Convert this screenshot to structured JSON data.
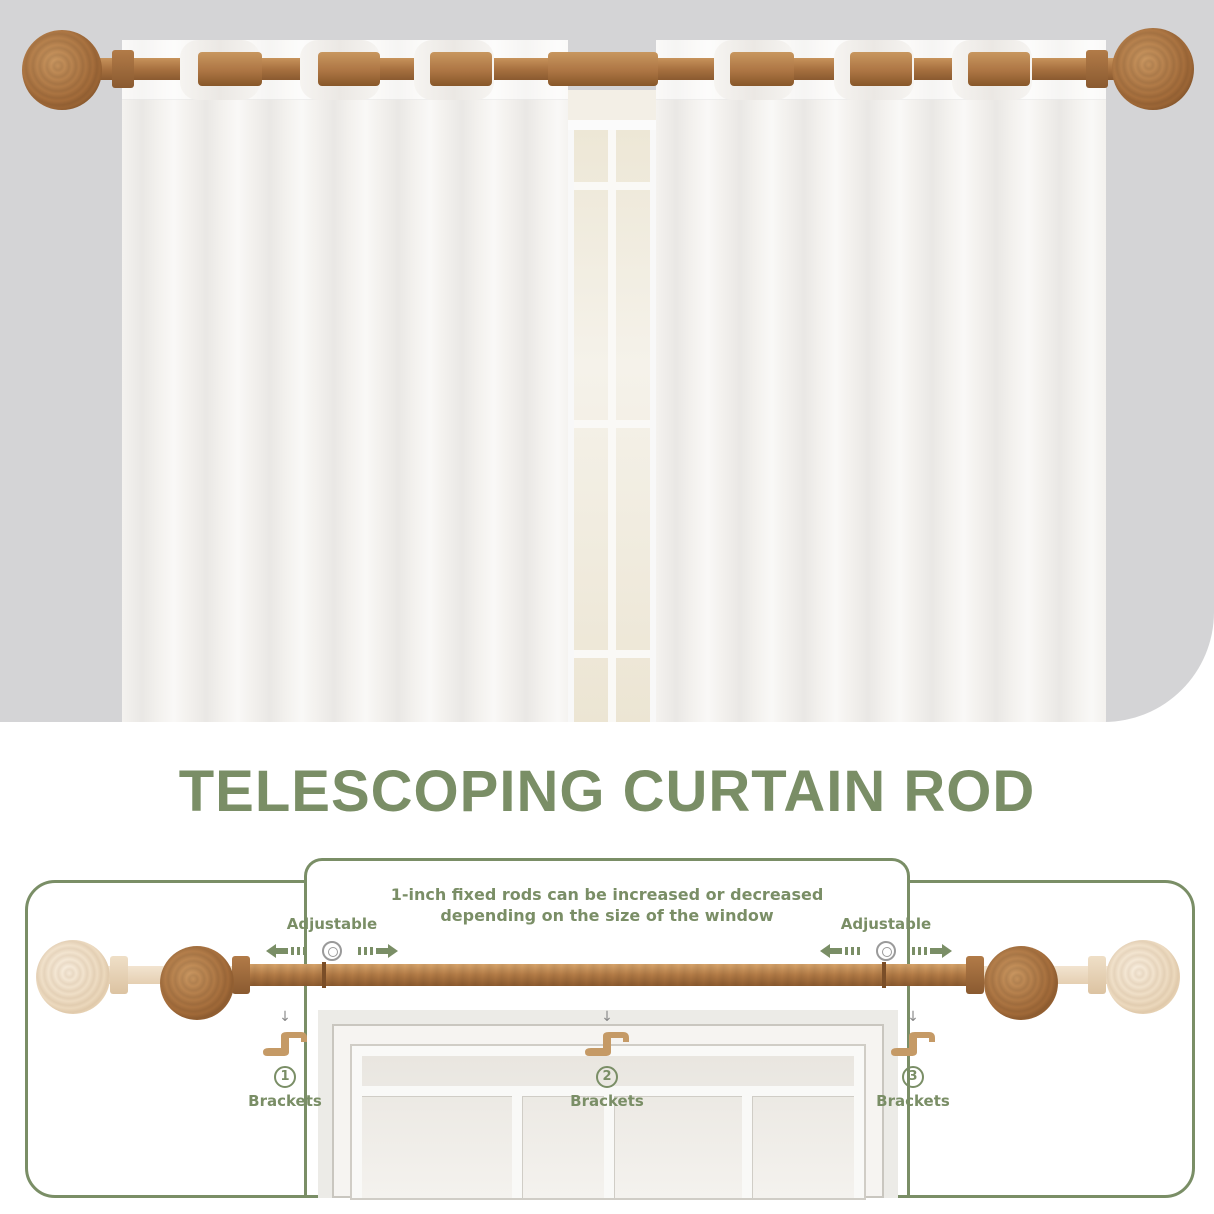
{
  "headline": "TELESCOPING CURTAIN ROD",
  "note": {
    "line1": "1-inch fixed rods can be increased or decreased",
    "line2": "depending on the size of the window"
  },
  "adjust_left": {
    "label": "Adjustable"
  },
  "adjust_right": {
    "label": "Adjustable"
  },
  "brackets": [
    {
      "number": "1",
      "label": "Brackets"
    },
    {
      "number": "2",
      "label": "Brackets"
    },
    {
      "number": "3",
      "label": "Brackets"
    }
  ],
  "colors": {
    "accent_green": "#7a8e66",
    "wood_brown": "#a87140",
    "curtain_white": "#f4f2ef",
    "wall_grey": "#d4d4d6"
  },
  "icons": [
    "arrow-left-icon",
    "arrow-right-icon",
    "target-icon",
    "down-arrow-icon",
    "bracket-icon"
  ]
}
